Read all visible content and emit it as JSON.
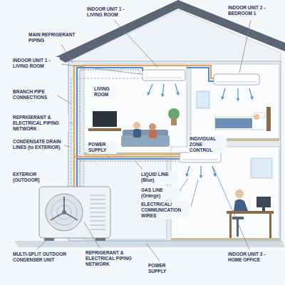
{
  "diagram": {
    "labels": [
      "INDOOR UNIT 1 - LIVING ROOM",
      "INDOOR UNIT 2 - BEDROOM 1",
      "MAIN REFRIGERANT PIPING",
      "INDOOR UNIT 1 - LIVING ROOM",
      "LIVING ROOM",
      "BRANCH PIPE CONNECTIONS",
      "REFRIGERANT & ELECTRICAL PIPING NETWORK",
      "INDIVIDUAL ZONE CONTROL",
      "CONDENSATE DRAIN LINES (to EXTERIOR)",
      "POWER SUPPLY",
      "LIQUID LINE (Blue)",
      "GAS LINE (Orange)",
      "ELECTRICAL/ COMMUNICATION WIRES",
      "EXTERIOR (OUTDOOR)",
      "MULTI-SPLIT OUTDOOR CONDENSER UNIT",
      "REFRIGERANT & ELECTRICAL PIPING NETWORK",
      "POWER SUPPLY",
      "INDOOR UNIT 3 - HOME OFFICE"
    ]
  }
}
